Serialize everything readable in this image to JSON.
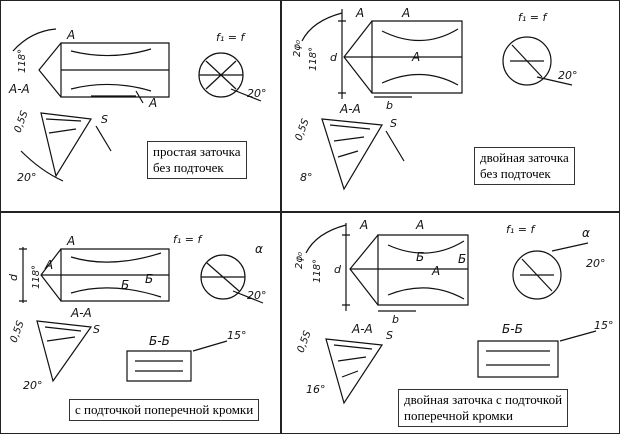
{
  "panels": [
    {
      "caption": "простая заточка\nбез подточек",
      "labels": {
        "section": "А-А",
        "a1": "А",
        "a2": "А",
        "angle_tip": "118°",
        "f": "f₁ = f",
        "deg_lip": "20°",
        "deg_sec": "20°",
        "dim_s": "0,5S",
        "dim_s2": "S"
      }
    },
    {
      "caption": "двойная заточка\nбез подточек",
      "labels": {
        "section": "А-А",
        "a1": "А",
        "a2": "А",
        "a3": "А",
        "angle_tip": "118°",
        "angle_2phi": "2φ₀",
        "d": "d",
        "b": "b",
        "f": "f₁ = f",
        "deg_lip": "20°",
        "deg_sec": "8°",
        "dim_s": "0,5S",
        "dim_s2": "S"
      }
    },
    {
      "caption": "с подточкой поперечной кромки",
      "labels": {
        "section1": "А-А",
        "section2": "Б-Б",
        "a1": "А",
        "a2": "А",
        "b1": "Б",
        "b2": "Б",
        "d": "d",
        "angle_tip": "118°",
        "f": "f₁ = f",
        "alpha": "α",
        "deg_lip": "20°",
        "deg_sec": "20°",
        "deg_15": "15°",
        "dim_s": "0,5S",
        "dim_s2": "S"
      }
    },
    {
      "caption": "двойная заточка с подточкой\nпоперечной кромки",
      "labels": {
        "section1": "А-А",
        "section2": "Б-Б",
        "a1": "А",
        "a2": "А",
        "a3": "А",
        "b1": "Б",
        "b2": "Б",
        "d": "d",
        "b": "b",
        "angle_tip": "118°",
        "angle_2phi": "2φ₀",
        "f": "f₁ = f",
        "alpha": "α",
        "deg_lip": "20°",
        "deg_sec": "16°",
        "deg_15": "15°",
        "dim_s": "0,5S",
        "dim_s2": "S"
      }
    }
  ]
}
